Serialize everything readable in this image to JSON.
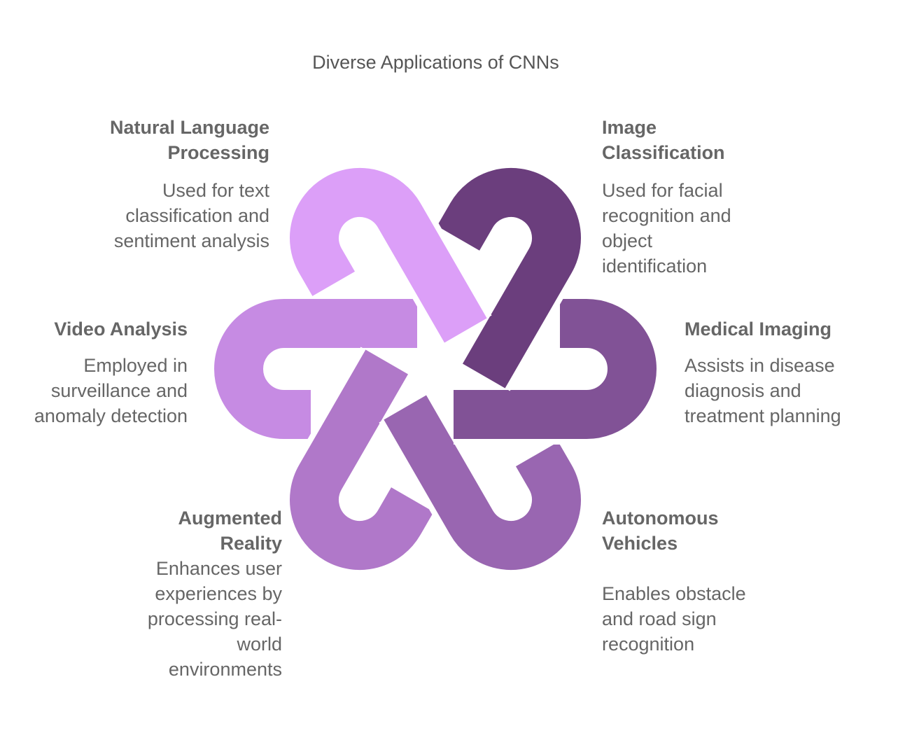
{
  "title": "Diverse Applications of CNNs",
  "items": [
    {
      "heading": "Medical Imaging",
      "text": "Assists in disease diagnosis and treatment planning",
      "color": "#815296"
    },
    {
      "heading": "Image Classification",
      "text": "Used for facial recognition and object identification",
      "color": "#6b3e7d"
    },
    {
      "heading": "Natural Language Processing",
      "text": "Used for text classification and sentiment analysis",
      "color": "#dc9ff8"
    },
    {
      "heading": "Video Analysis",
      "text": "Employed in surveillance and anomaly detection",
      "color": "#c68be3"
    },
    {
      "heading": "Augmented Reality",
      "text": "Enhances user experiences by processing real-world environments",
      "color": "#b078c9"
    },
    {
      "heading": "Autonomous Vehicles",
      "text": "Enables obstacle and road sign recognition",
      "color": "#9966b1"
    }
  ]
}
